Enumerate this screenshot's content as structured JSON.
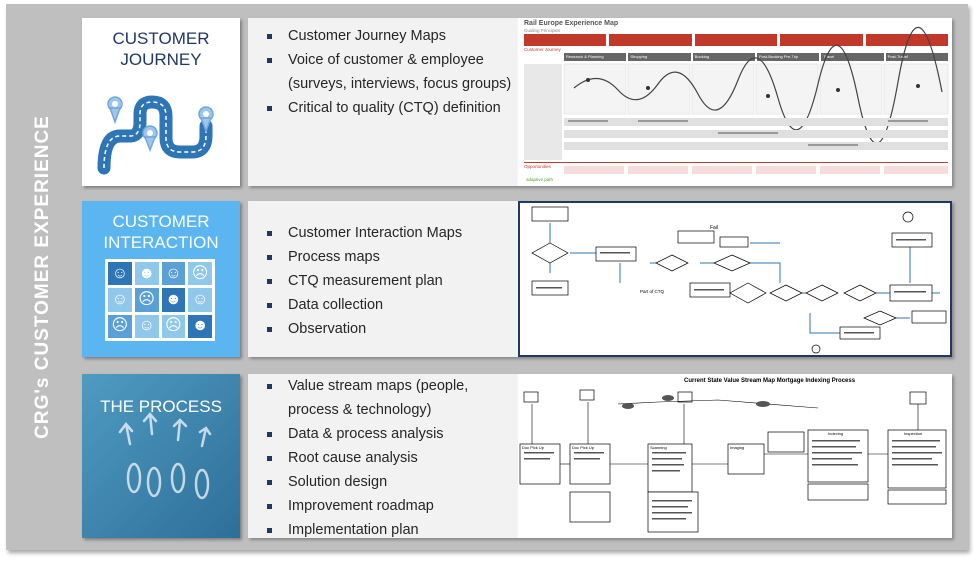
{
  "side_label": "CRG's CUSTOMER EXPERIENCE",
  "rows": [
    {
      "title_lines": [
        "CUSTOMER",
        "JOURNEY"
      ],
      "items": [
        "Customer Journey Maps",
        "Voice of customer & employee (surveys, interviews, focus groups)",
        "Critical to quality (CTQ) definition"
      ],
      "thumbnail": {
        "title": "Rail Europe Experience Map",
        "subtitle": "Guiding Principles",
        "section": "Customer Journey",
        "stages": [
          "Research & Planning",
          "Shopping",
          "Booking",
          "Post-Booking Pre-Trip",
          "Travel",
          "Post-Travel"
        ],
        "footer_section": "Opportunities",
        "footer_brand": "adaptive path"
      }
    },
    {
      "title_lines": [
        "CUSTOMER",
        "INTERACTION"
      ],
      "items": [
        "Customer Interaction Maps",
        "Process maps",
        "CTQ measurement plan",
        "Data collection",
        "Observation"
      ],
      "faces": [
        "☺",
        "☻",
        "☺",
        "☹",
        "☺",
        "☹",
        "☻",
        "☺",
        "☹",
        "☺",
        "☹",
        "☻"
      ],
      "thumbnail": {
        "labels": [
          "Fail",
          "Part of CTQ"
        ]
      }
    },
    {
      "title_lines": [
        "THE PROCESS"
      ],
      "items": [
        "Value stream maps (people, process & technology)",
        "Data & process analysis",
        "Root cause analysis",
        "Solution design",
        "Improvement roadmap",
        "Implementation plan"
      ],
      "thumbnail": {
        "title": "Current State Value Stream Map Mortgage Indexing Process",
        "boxes": [
          "Doc Pick Up",
          "Doc Pick Up",
          "Scanning",
          "Imaging",
          "Indexing",
          "Inspection"
        ]
      }
    }
  ],
  "colors": {
    "frame": "#bfbfbf",
    "navy": "#1f3864",
    "interaction_blue": "#5bb5f0",
    "process_blue": "#3f87b3"
  }
}
